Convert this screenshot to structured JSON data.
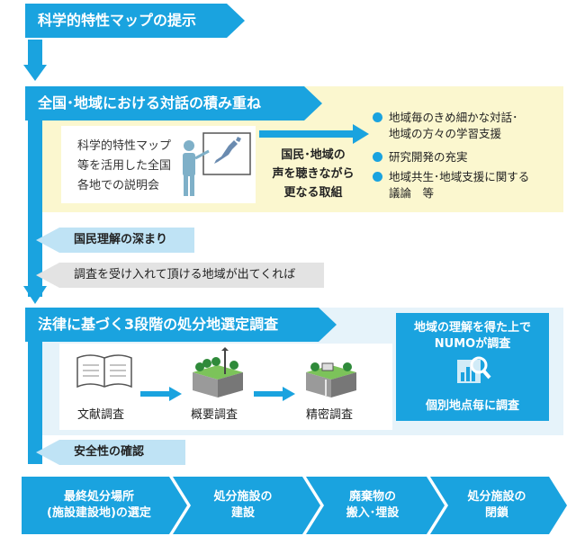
{
  "step1": {
    "title": "科学的特性マップの提示"
  },
  "step2": {
    "title": "全国･地域における対話の積み重ね",
    "briefing_text_lines": [
      "科学的特性マップ",
      "等を活用した全国",
      "各地での説明会"
    ],
    "arrow_label_lines": [
      "国民･地域の",
      "声を聴きながら",
      "更なる取組"
    ],
    "bullets": [
      [
        "地域毎のきめ細かな対話･",
        "地域の方々の学習支援"
      ],
      [
        "研究開発の充実"
      ],
      [
        "地域共生･地域支援に関する",
        "議論　等"
      ]
    ]
  },
  "tags": {
    "deepen": "国民理解の深まり",
    "accept": "調査を受け入れて頂ける地域が出てくれば",
    "safety": "安全性の確認"
  },
  "step3": {
    "title": "法律に基づく3段階の処分地選定調査",
    "stages": [
      "文献調査",
      "概要調査",
      "精密調査"
    ],
    "numo_box": {
      "line1": "地域の理解を得た上で",
      "line2": "NUMOが調査",
      "line3": "個別地点毎に調査"
    }
  },
  "final_steps": [
    [
      "最終処分場所",
      "(施設建設地)の選定"
    ],
    [
      "処分施設の",
      "建設"
    ],
    [
      "廃棄物の",
      "搬入･埋設"
    ],
    [
      "処分施設の",
      "閉鎖"
    ]
  ],
  "colors": {
    "accent": "#1aa3df",
    "dark_blue": "#0d6fb8",
    "yellow_panel": "#fbf7cf",
    "gray_tag": "#e3e3e3"
  }
}
